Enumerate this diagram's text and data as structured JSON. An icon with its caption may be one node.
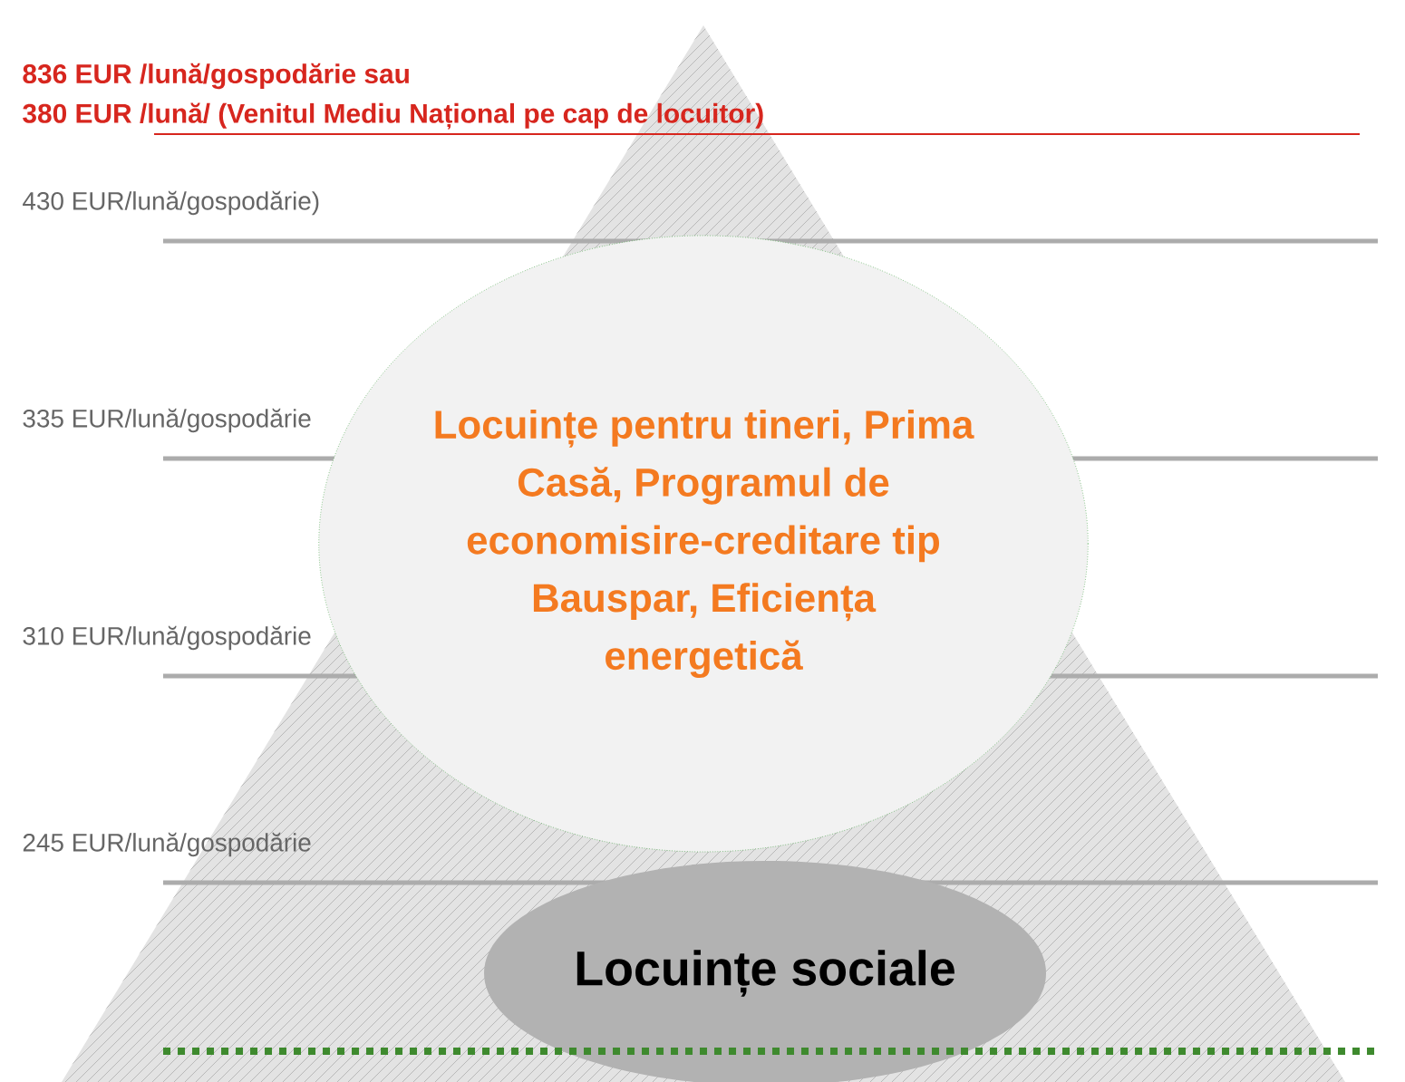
{
  "diagram": {
    "nodes": [
      {
        "text": [
          "Locuințe pentru tineri, Prima Casă, Programul de economisire-creditare tip Bauspar, Eficiența energetică"
        ]
      },
      {
        "text": [
          "Locuințe sociale"
        ]
      }
    ],
    "labels": [
      "836 EUR /lună/gospodărie sau",
      "380 EUR /lună/ (Venitul Mediu Național pe cap de locuitor)",
      "430 EUR/lună/gospodărie)",
      "335 EUR/lună/gospodărie",
      "310 EUR/lună/gospodărie",
      "245 EUR/lună/gospodărie"
    ]
  }
}
